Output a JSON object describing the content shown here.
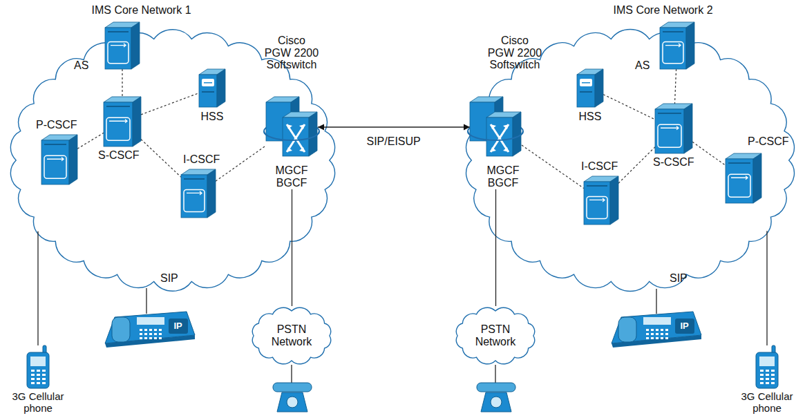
{
  "diagram": {
    "nodes": [
      {
        "text": [
          "IMS Core Network 1"
        ]
      },
      {
        "text": [
          "AS",
          "SIP"
        ],
        "in": 0
      },
      {
        "text": [
          "HSS"
        ],
        "in": 0
      },
      {
        "text": [
          "P-CSCF",
          "SIP"
        ],
        "in": 0
      },
      {
        "text": [
          "S-CSCF",
          "SIP"
        ],
        "in": 0
      },
      {
        "text": [
          "I-CSCF",
          "SIP"
        ],
        "in": 0
      },
      {
        "text": [
          "Cisco PGW 2200 Softswitch",
          "MGCF BGCF"
        ]
      },
      {
        "text": [
          "IMS Core Network 2"
        ]
      },
      {
        "text": [
          "Cisco PGW 2200 Softswitch",
          "MGCF BGCF"
        ]
      },
      {
        "text": [
          "HSS"
        ],
        "in": 7
      },
      {
        "text": [
          "AS",
          "SIP"
        ],
        "in": 7
      },
      {
        "text": [
          "P-CSCF",
          "SIP"
        ],
        "in": 7
      },
      {
        "text": [
          "I-CSCF",
          "SIP"
        ],
        "in": 7
      },
      {
        "text": [
          "S-CSCF",
          "SIP"
        ],
        "in": 7
      },
      {
        "text": [
          "PSTN Network"
        ]
      },
      {
        "text": [
          "PSTN Network"
        ]
      },
      {
        "text": [
          "3G Cellular phone"
        ]
      },
      {
        "text": [
          "3G Cellular phone"
        ]
      }
    ],
    "edges": [
      {
        "from": 1,
        "to": 4,
        "arrow": "none"
      },
      {
        "from": 4,
        "to": 2,
        "arrow": "none"
      },
      {
        "from": 3,
        "to": 4,
        "arrow": "none"
      },
      {
        "from": 4,
        "to": 5,
        "arrow": "none"
      },
      {
        "from": 5,
        "to": 6,
        "arrow": "none"
      },
      {
        "from": 6,
        "to": 8,
        "label": "SIP/EISUP",
        "arrow": "both"
      },
      {
        "from": 10,
        "to": 13,
        "arrow": "none"
      },
      {
        "from": 9,
        "to": 13,
        "arrow": "none"
      },
      {
        "from": 13,
        "to": 11,
        "arrow": "none"
      },
      {
        "from": 12,
        "to": 13,
        "arrow": "none"
      },
      {
        "from": 8,
        "to": 12,
        "arrow": "none"
      },
      {
        "from": 6,
        "to": 14,
        "arrow": "none"
      },
      {
        "from": 8,
        "to": 15,
        "arrow": "none"
      },
      {
        "from": 0,
        "to": 16,
        "arrow": "none"
      },
      {
        "from": 7,
        "to": 17,
        "arrow": "none"
      }
    ],
    "labels": [
      "SIP",
      "IP",
      "SIP",
      "IP"
    ]
  }
}
